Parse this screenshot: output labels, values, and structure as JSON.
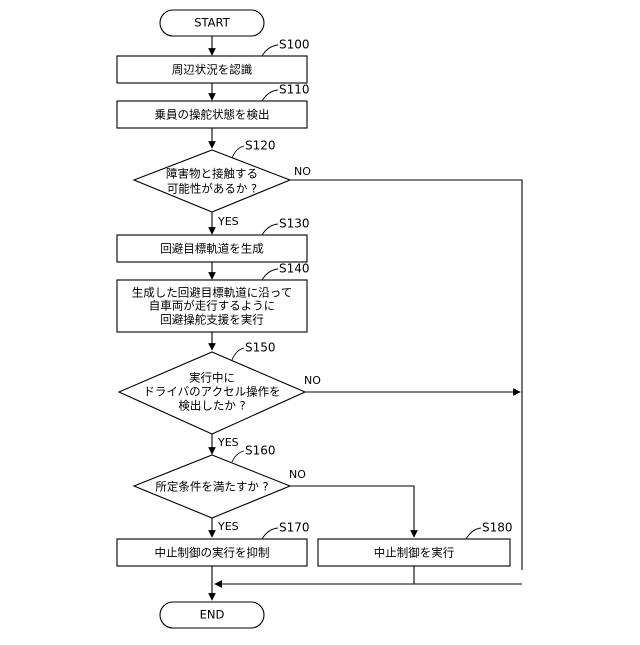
{
  "flowchart": {
    "terminals": {
      "start": "START",
      "end": "END"
    },
    "steps": {
      "s100": {
        "id": "S100",
        "lines": [
          "周辺状況を認識"
        ]
      },
      "s110": {
        "id": "S110",
        "lines": [
          "乗員の操舵状態を検出"
        ]
      },
      "s120": {
        "id": "S120",
        "lines": [
          "障害物と接触する",
          "可能性があるか ?"
        ]
      },
      "s130": {
        "id": "S130",
        "lines": [
          "回避目標軌道を生成"
        ]
      },
      "s140": {
        "id": "S140",
        "lines": [
          "生成した回避目標軌道に沿って",
          "自車両が走行するように",
          "回避操舵支援を実行"
        ]
      },
      "s150": {
        "id": "S150",
        "lines": [
          "実行中に",
          "ドライバのアクセル操作を",
          "検出したか ?"
        ]
      },
      "s160": {
        "id": "S160",
        "lines": [
          "所定条件を満たすか ?"
        ]
      },
      "s170": {
        "id": "S170",
        "lines": [
          "中止制御の実行を抑制"
        ]
      },
      "s180": {
        "id": "S180",
        "lines": [
          "中止制御を実行"
        ]
      }
    },
    "branch_labels": {
      "yes": "YES",
      "no": "NO"
    }
  }
}
